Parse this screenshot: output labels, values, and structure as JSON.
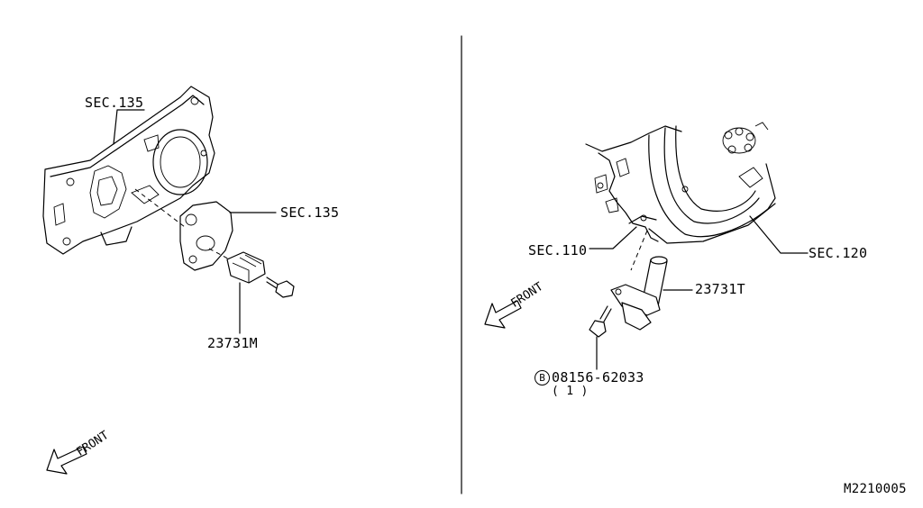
{
  "labels": {
    "left_sec135_top": "SEC.135",
    "left_sec135_right": "SEC.135",
    "left_part": "23731M",
    "left_front": "FRONT",
    "right_sec110": "SEC.110",
    "right_sec120": "SEC.120",
    "right_part": "23731T",
    "right_front": "FRONT",
    "bolt_marker": "B",
    "bolt_part": "08156-62033",
    "bolt_qty": "( 1 )",
    "figure_id": "M2210005"
  }
}
